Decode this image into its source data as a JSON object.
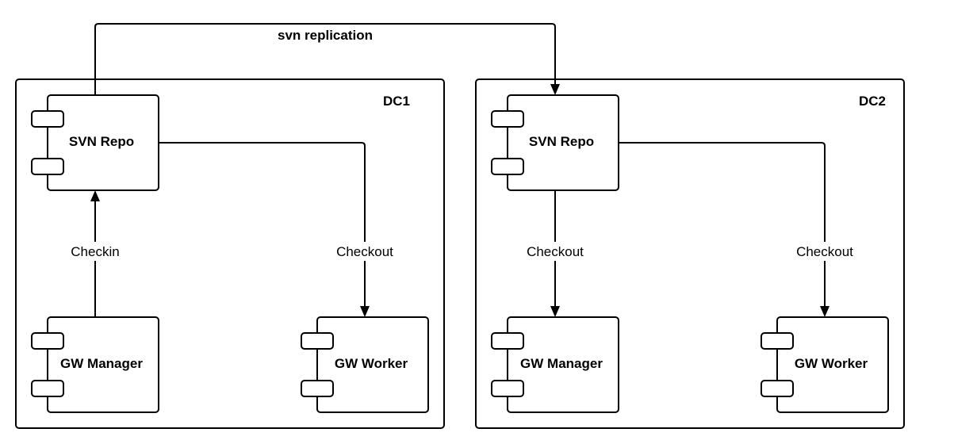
{
  "diagram": {
    "containers": {
      "dc1": {
        "label": "DC1"
      },
      "dc2": {
        "label": "DC2"
      }
    },
    "components": {
      "dc1_svn_repo": {
        "label": "SVN Repo"
      },
      "dc1_gw_manager": {
        "label": "GW Manager"
      },
      "dc1_gw_worker": {
        "label": "GW Worker"
      },
      "dc2_svn_repo": {
        "label": "SVN Repo"
      },
      "dc2_gw_manager": {
        "label": "GW Manager"
      },
      "dc2_gw_worker": {
        "label": "GW Worker"
      }
    },
    "edges": {
      "replication": {
        "label": "svn replication",
        "from": "dc1_svn_repo",
        "to": "dc2_svn_repo"
      },
      "dc1_checkin": {
        "label": "Checkin",
        "from": "dc1_gw_manager",
        "to": "dc1_svn_repo"
      },
      "dc1_checkout_worker": {
        "label": "Checkout",
        "from": "dc1_svn_repo",
        "to": "dc1_gw_worker"
      },
      "dc2_checkout_manager": {
        "label": "Checkout",
        "from": "dc2_svn_repo",
        "to": "dc2_gw_manager"
      },
      "dc2_checkout_worker": {
        "label": "Checkout",
        "from": "dc2_svn_repo",
        "to": "dc2_gw_worker"
      }
    }
  }
}
